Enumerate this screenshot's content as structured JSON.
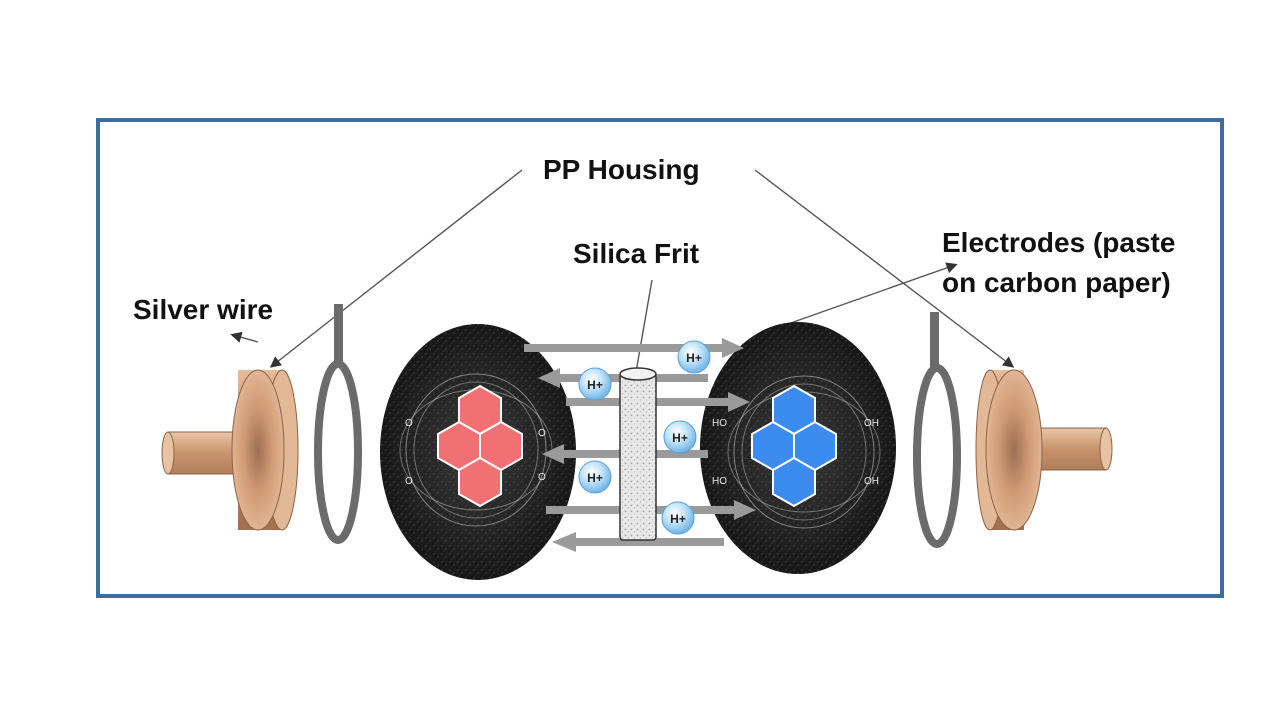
{
  "labels": {
    "housing": "PP Housing",
    "frit": "Silica Frit",
    "silver_wire": "Silver wire",
    "electrodes_line1": "Electrodes (paste",
    "electrodes_line2": "on carbon paper)"
  },
  "ion_label": "H+",
  "left_electrode_groups": [
    "O",
    "O",
    "O",
    "O"
  ],
  "right_electrode_groups": [
    "HO",
    "OH",
    "HO",
    "OH"
  ],
  "colors": {
    "frame": "#3d6da0",
    "housing_copper": "#d8a27c",
    "reduced_hexagons": "#f07074",
    "oxidized_hexagons": "#3c8cf0",
    "electrode_disk": "#1a1a1a",
    "ion_bubble": "#a8d4f4",
    "arrow": "#9a9a9a"
  }
}
